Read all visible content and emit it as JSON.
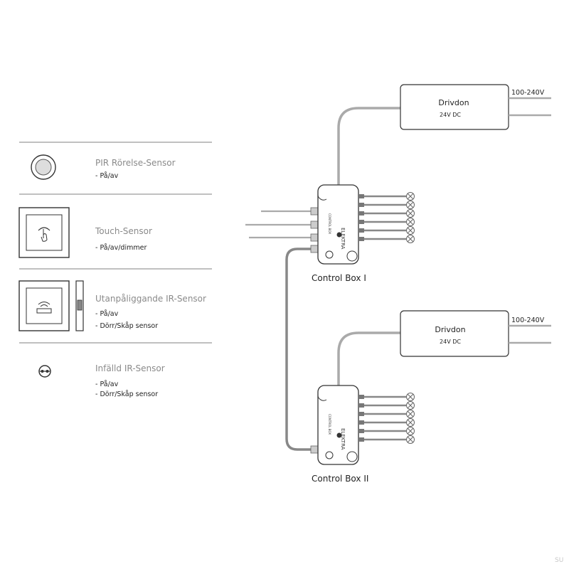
{
  "sensors": [
    {
      "title": "PIR Rörelse-Sensor",
      "features": [
        "- På/av"
      ],
      "icon": "pir-sensor-icon"
    },
    {
      "title": "Touch-Sensor",
      "features": [
        "- På/av/dimmer"
      ],
      "icon": "touch-sensor-icon"
    },
    {
      "title": "Utanpåliggande IR-Sensor",
      "features": [
        "- På/av",
        "- Dörr/Skåp sensor"
      ],
      "icon": "surface-ir-sensor-icon"
    },
    {
      "title": "Infälld IR-Sensor",
      "features": [
        "- På/av",
        "- Dörr/Skåp sensor"
      ],
      "icon": "recessed-ir-sensor-icon"
    }
  ],
  "drivers": [
    {
      "name": "Drivdon",
      "output": "24V DC",
      "input": "100-240V"
    },
    {
      "name": "Drivdon",
      "output": "24V DC",
      "input": "100-240V"
    }
  ],
  "control_boxes": [
    {
      "label": "Control Box I",
      "brand": "ELEKTRA",
      "model": "CONTROL BOX",
      "outputs": 6
    },
    {
      "label": "Control Box II",
      "brand": "ELEKTRA",
      "model": "CONTROL BOX",
      "outputs": 6
    }
  ],
  "watermark": "SU",
  "colors": {
    "line": "#8a8a8a",
    "cable": "#aaaaaa",
    "stroke": "#333333",
    "text_muted": "#8a8a8a"
  }
}
